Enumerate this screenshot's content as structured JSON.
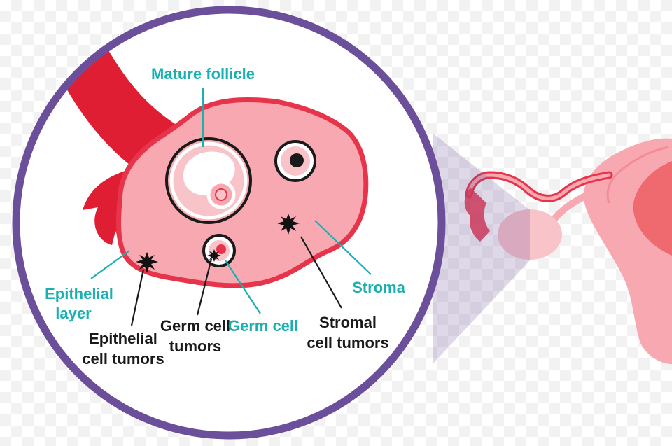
{
  "labels": {
    "mature_follicle": "Mature follicle",
    "epithelial_layer_1": "Epithelial",
    "epithelial_layer_2": "layer",
    "epithelial_tumors_1": "Epithelial",
    "epithelial_tumors_2": "cell tumors",
    "germ_tumors_1": "Germ cell",
    "germ_tumors_2": "tumors",
    "germ_cell": "Germ cell",
    "stroma": "Stroma",
    "stromal_tumors_1": "Stromal",
    "stromal_tumors_2": "cell tumors"
  },
  "colors": {
    "ring": "#6b4f9a",
    "ovary_fill": "#f7a8b0",
    "ovary_edge": "#e8344a",
    "vessel": "#e01e33",
    "teal_label": "#1ab0b0",
    "dark_label": "#1a1a1a",
    "tumor": "#111111"
  }
}
